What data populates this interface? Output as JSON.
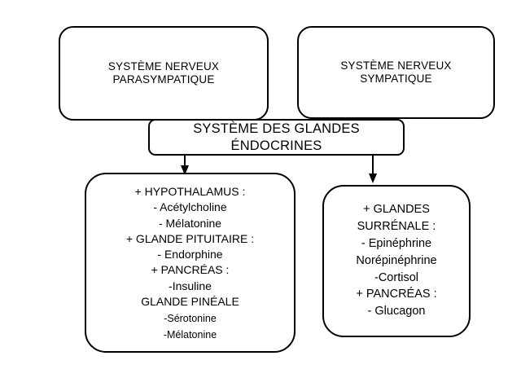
{
  "diagram": {
    "title": "Systeme nerveux et systeme des glandes endocrines",
    "colors": {
      "background": "#ffffff",
      "stroke": "#000000",
      "text": "#000000"
    },
    "nodes": {
      "parasympathetic": {
        "lines": [
          "SYSTÈME NERVEUX",
          "PARASYMPATIQUE"
        ]
      },
      "sympathetic": {
        "lines": [
          "SYSTÈME NERVEUX",
          "SYMPATIQUE"
        ]
      },
      "endocrine": {
        "lines": [
          "SYSTÈME DES GLANDES",
          "ÉNDOCRINES"
        ]
      },
      "parasympathetic_glands": {
        "lines": [
          "+ HYPOTHALAMUS :",
          "- Acétylcholine",
          "- Mélatonine",
          "+ GLANDE PITUITAIRE :",
          "- Endorphine",
          "+ PANCRÉAS :",
          "-Insuline",
          "GLANDE PINÉALE",
          "-Sérotonine",
          "-Mélatonine"
        ]
      },
      "sympathetic_glands": {
        "lines": [
          "+ GLANDES",
          "SURRÉNALE :",
          "- Epinéphrine",
          "Norépinéphrine",
          "-Cortisol",
          "+ PANCRÉAS :",
          "- Glucagon"
        ]
      }
    },
    "connectors": [
      {
        "name": "parasympathetic-to-endocrine",
        "from": "parasympathetic",
        "to": "endocrine"
      },
      {
        "name": "sympathetic-to-endocrine",
        "from": "sympathetic",
        "to": "endocrine"
      },
      {
        "name": "endocrine-to-parasympathetic-glands",
        "from": "endocrine",
        "to": "parasympathetic_glands"
      },
      {
        "name": "endocrine-to-sympathetic-glands",
        "from": "endocrine",
        "to": "sympathetic_glands"
      }
    ]
  }
}
